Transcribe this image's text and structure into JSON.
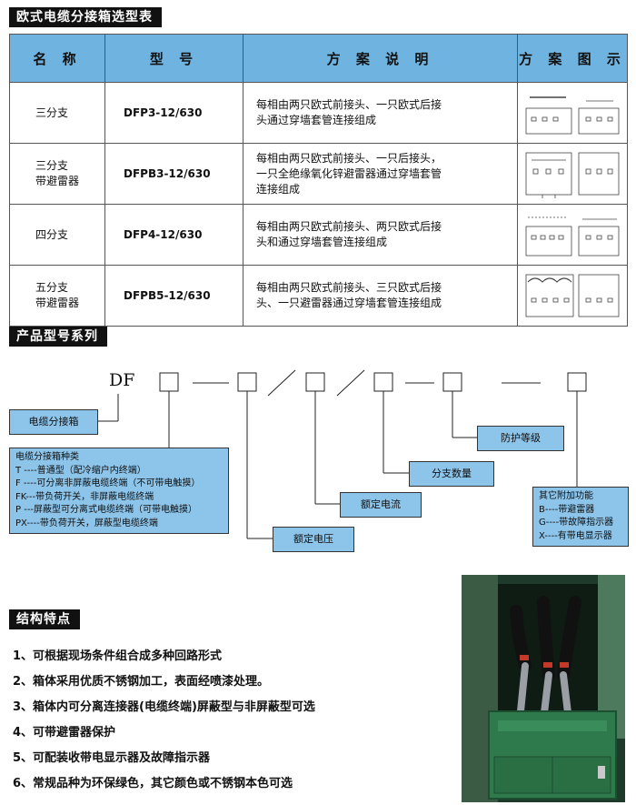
{
  "selection": {
    "heading": "欧式电缆分接箱选型表",
    "headers": [
      "名 称",
      "型 号",
      "方 案 说 明",
      "方 案 图 示"
    ],
    "rows": [
      {
        "name": [
          "三分支"
        ],
        "model": "DFP3-12/630",
        "desc": [
          "每相由两只欧式前接头、一只欧式后接",
          "头通过穿墙套管连接组成"
        ]
      },
      {
        "name": [
          "三分支",
          "带避雷器"
        ],
        "model": "DFPB3-12/630",
        "desc": [
          "每相由两只欧式前接头、一只后接头，",
          "一只全绝缘氧化锌避雷器通过穿墙套管",
          "连接组成"
        ]
      },
      {
        "name": [
          "四分支"
        ],
        "model": "DFP4-12/630",
        "desc": [
          "每相由两只欧式前接头、两只欧式后接",
          "头和通过穿墙套管连接组成"
        ]
      },
      {
        "name": [
          "五分支",
          "带避雷器"
        ],
        "model": "DFPB5-12/630",
        "desc": [
          "每相由两只欧式前接头、三只欧式后接",
          "头、一只避雷器通过穿墙套管连接组成"
        ]
      }
    ]
  },
  "series": {
    "heading": "产品型号系列",
    "prefix": "DF",
    "labels": {
      "box": "电缆分接箱",
      "voltage": "额定电压",
      "current": "额定电流",
      "branches": "分支数量",
      "protection": "防护等级"
    },
    "types": {
      "title": "电缆分接箱种类",
      "items": [
        "T ----普通型（配冷缩户内终端）",
        "F ----可分离非屏蔽电缆终端（不可带电触摸）",
        "FK---带负荷开关，非屏蔽电缆终端",
        "P ---屏蔽型可分离式电缆终端（可带电触摸）",
        "PX----带负荷开关，屏蔽型电缆终端"
      ]
    },
    "extras": {
      "title": "其它附加功能",
      "items": [
        "B----带避雷器",
        "G----带故障指示器",
        "X----有带电显示器"
      ]
    }
  },
  "features": {
    "heading": "结构特点",
    "items": [
      "1、可根据现场条件组合成多种回路形式",
      "2、箱体采用优质不锈钢加工，表面经喷漆处理。",
      "3、箱体内可分离连接器(电缆终端)屏蔽型与非屏蔽型可选",
      "4、可带避雷器保护",
      "5、可配装收带电显示器及故障指示器",
      "6、常规品种为环保绿色，其它颜色或不锈钢本色可选"
    ]
  },
  "colors": {
    "header_blue": "#6fb3e1",
    "label_blue": "#8cc4ea",
    "box_green": "#2f7a4c"
  }
}
